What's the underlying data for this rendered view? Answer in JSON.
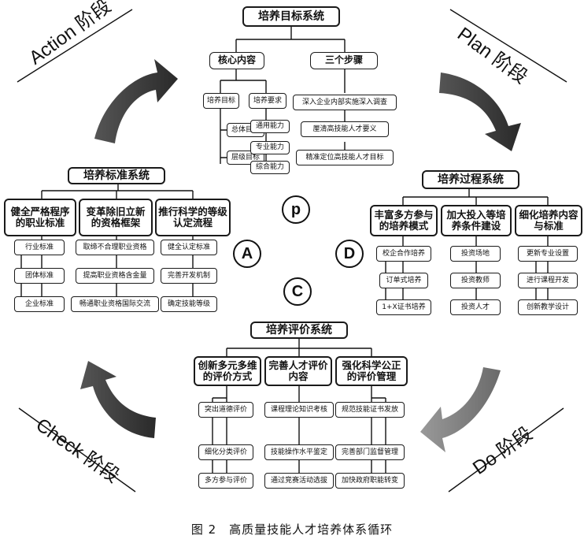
{
  "title": "培养目标系统",
  "plan": {
    "core": "核心内容",
    "steps": "三个步骤",
    "goal": "培养目标",
    "goals": [
      "总体目标",
      "层级目标"
    ],
    "req": "培养要求",
    "reqs": [
      "通用能力",
      "专业能力",
      "综合能力"
    ],
    "step_items": [
      "深入企业内部实施深入调查",
      "厘清高技能人才要义",
      "精准定位高技能人才目标"
    ]
  },
  "standards": {
    "title": "培养标准系统",
    "cols": [
      {
        "head": "健全严格程序\n的职业标准",
        "items": [
          "行业标准",
          "团体标准",
          "企业标准"
        ]
      },
      {
        "head": "变革除旧立新\n的资格框架",
        "items": [
          "取缔不合理职业资格",
          "提高职业资格含金量",
          "畅通职业资格国际交流"
        ]
      },
      {
        "head": "推行科学的等级\n认定流程",
        "items": [
          "健全认定标准",
          "完善开发机制",
          "确定技能等级"
        ]
      }
    ]
  },
  "process": {
    "title": "培养过程系统",
    "cols": [
      {
        "head": "丰富多方参与\n的培养模式",
        "items": [
          "校企合作培养",
          "订单式培养",
          "1+X证书培养"
        ]
      },
      {
        "head": "加大投入等培\n养条件建设",
        "items": [
          "投资场地",
          "投资教师",
          "投资人才"
        ]
      },
      {
        "head": "细化培养内容\n与标准",
        "items": [
          "更新专业设置",
          "进行课程开发",
          "创新教学设计"
        ]
      }
    ]
  },
  "evaluation": {
    "title": "培养评价系统",
    "cols": [
      {
        "head": "创新多元多维\n的评价方式",
        "items": [
          "突出道德评价",
          "细化分类评价",
          "多方参与评价"
        ]
      },
      {
        "head": "完善人才评价\n内容",
        "items": [
          "课程理论知识考核",
          "技能操作水平鉴定",
          "通过竞赛活动选拔"
        ]
      },
      {
        "head": "强化科学公正\n的评价管理",
        "items": [
          "规范技能证书发放",
          "完善部门监督管理",
          "加快政府职能转变"
        ]
      }
    ]
  },
  "stages": {
    "action": "Action 阶段",
    "plan": "Plan 阶段",
    "do": "Do 阶段",
    "check": "Check 阶段"
  },
  "letters": {
    "p": "p",
    "a": "A",
    "d": "D",
    "c": "C"
  },
  "caption": "图 2　高质量技能人才培养体系循环",
  "colors": {
    "arrow_dark": "#404040",
    "arrow_gray": "#7a7a7a"
  }
}
